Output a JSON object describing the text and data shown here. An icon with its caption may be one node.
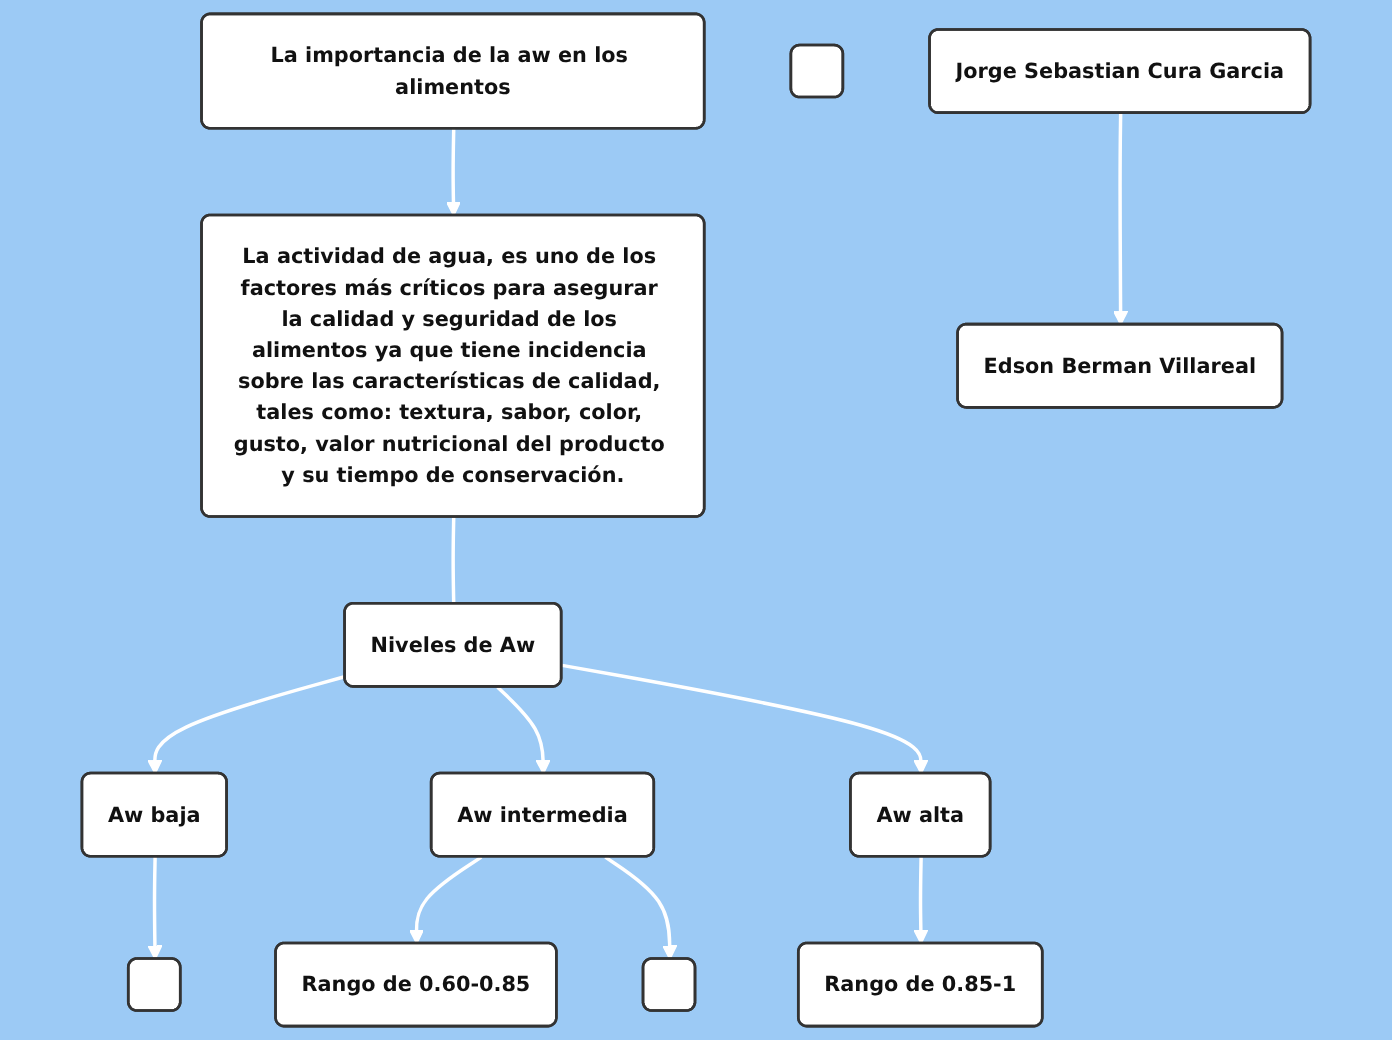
{
  "diagram": {
    "nodes": [
      {
        "text": [
          "La importancia de la aw en los alimentos"
        ]
      },
      {
        "text": [
          "La actividad de agua, es uno de los factores más críticos para asegurar la calidad y seguridad de los alimentos ya que tiene incidencia sobre las características de calidad, tales como: textura, sabor, color, gusto, valor nutricional del producto y su tiempo de conservación."
        ]
      },
      {
        "text": [
          "Niveles de Aw"
        ]
      },
      {
        "text": [
          "Aw baja"
        ]
      },
      {
        "text": [
          "Aw intermedia"
        ]
      },
      {
        "text": [
          "Aw alta"
        ]
      },
      {
        "text": [
          "Rango de 0.60-0.85"
        ]
      },
      {
        "text": [
          "Rango de 0.85-1"
        ]
      },
      {
        "text": [],
        "shape": "box"
      },
      {
        "text": [],
        "shape": "box"
      },
      {
        "text": [],
        "shape": "box"
      },
      {
        "text": [
          "Jorge Sebastian Cura Garcia"
        ]
      },
      {
        "text": [
          "Edson Berman Villareal"
        ]
      }
    ],
    "edges": [
      {
        "from": 0,
        "to": 1,
        "arrow": "to"
      },
      {
        "from": 1,
        "to": 2,
        "arrow": "none"
      },
      {
        "from": 2,
        "to": 3,
        "arrow": "to"
      },
      {
        "from": 2,
        "to": 4,
        "arrow": "to"
      },
      {
        "from": 2,
        "to": 5,
        "arrow": "to"
      },
      {
        "from": 3,
        "to": 8,
        "arrow": "to"
      },
      {
        "from": 4,
        "to": 6,
        "arrow": "to"
      },
      {
        "from": 4,
        "to": 9,
        "arrow": "to"
      },
      {
        "from": 5,
        "to": 7,
        "arrow": "to"
      },
      {
        "from": 11,
        "to": 12,
        "arrow": "to"
      }
    ]
  }
}
